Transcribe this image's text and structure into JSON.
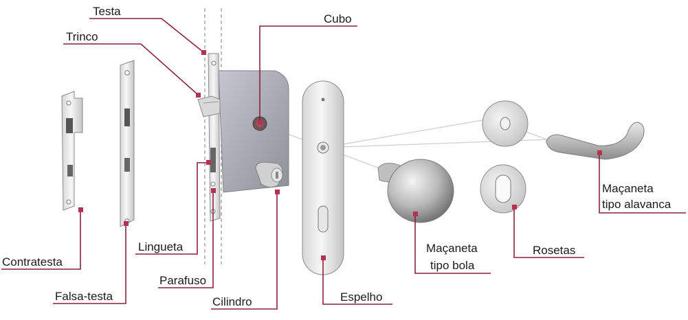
{
  "colors": {
    "leader": "#8c1f3f",
    "marker": "#b3324f",
    "metal_light": "#eeeeee",
    "metal_mid": "#cfcfcf",
    "metal_dark": "#9a9a9a",
    "body_gray": "#a9adb3",
    "connector": "#c8c8c8",
    "text": "#1a1a1a"
  },
  "labels": {
    "testa": "Testa",
    "trinco": "Trinco",
    "cubo": "Cubo",
    "lingueta": "Lingueta",
    "contratesta": "Contratesta",
    "parafuso": "Parafuso",
    "falsa_testa": "Falsa-testa",
    "cilindro": "Cilindro",
    "espelho": "Espelho",
    "macaneta_bola_1": "Maçaneta",
    "macaneta_bola_2": "tipo bola",
    "rosetas": "Rosetas",
    "macaneta_alavanca_1": "Maçaneta",
    "macaneta_alavanca_2": "tipo alavanca"
  }
}
